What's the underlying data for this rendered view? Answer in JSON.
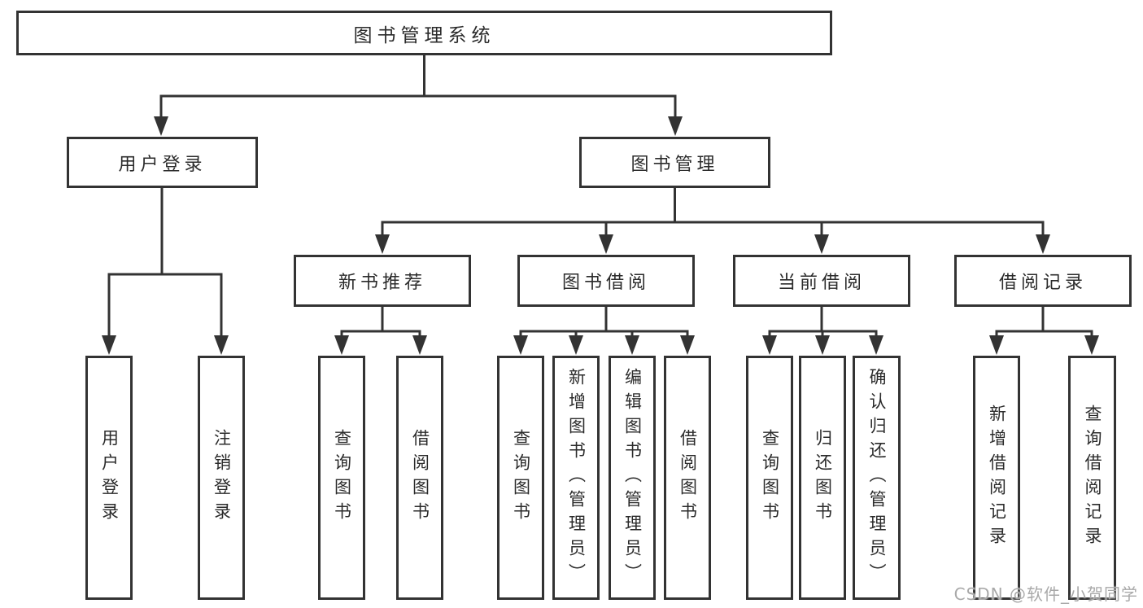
{
  "colors": {
    "line": "#333333",
    "box_border": "#333333",
    "box_fill": "#ffffff",
    "text": "#2b2b2b",
    "background": "#ffffff",
    "watermark": "#a9a9a9"
  },
  "watermark": {
    "text": "CSDN @软件_小贺同学"
  },
  "tree": {
    "label": "图书管理系统",
    "children": [
      {
        "label": "用户登录",
        "children": [
          {
            "label": "用户登录"
          },
          {
            "label": "注销登录"
          }
        ]
      },
      {
        "label": "图书管理",
        "children": [
          {
            "label": "新书推荐",
            "children": [
              {
                "label": "查询图书"
              },
              {
                "label": "借阅图书"
              }
            ]
          },
          {
            "label": "图书借阅",
            "children": [
              {
                "label": "查询图书"
              },
              {
                "label": "新增图书（管理员）"
              },
              {
                "label": "编辑图书（管理员）"
              },
              {
                "label": "借阅图书"
              }
            ]
          },
          {
            "label": "当前借阅",
            "children": [
              {
                "label": "查询图书"
              },
              {
                "label": "归还图书"
              },
              {
                "label": "确认归还（管理员）"
              }
            ]
          },
          {
            "label": "借阅记录",
            "children": [
              {
                "label": "新增借阅记录"
              },
              {
                "label": "查询借阅记录"
              }
            ]
          }
        ]
      }
    ]
  }
}
